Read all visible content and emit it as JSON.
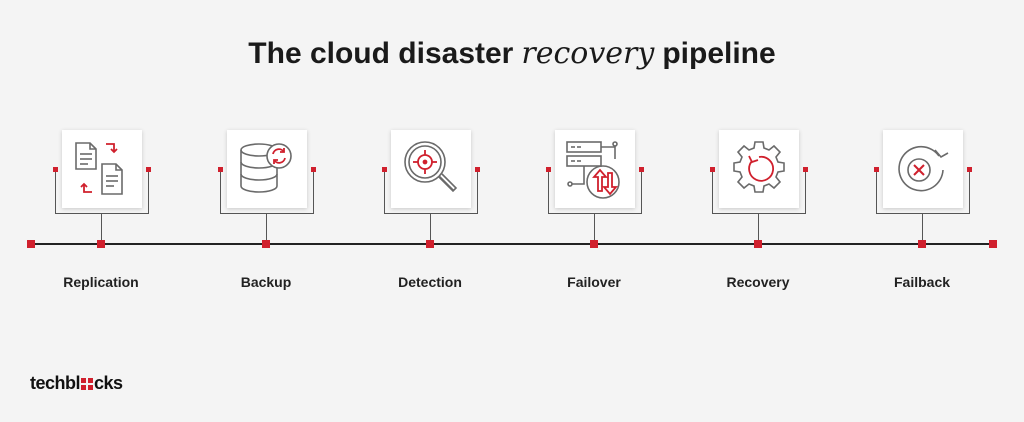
{
  "title": {
    "part1": "The cloud disaster",
    "emphasis": "recovery",
    "part2": "pipeline"
  },
  "stages": [
    {
      "label": "Replication",
      "icon": "replication-icon"
    },
    {
      "label": "Backup",
      "icon": "backup-icon"
    },
    {
      "label": "Detection",
      "icon": "detection-icon"
    },
    {
      "label": "Failover",
      "icon": "failover-icon"
    },
    {
      "label": "Recovery",
      "icon": "recovery-icon"
    },
    {
      "label": "Failback",
      "icon": "failback-icon"
    }
  ],
  "logo": {
    "part1": "techbl",
    "part2": "cks"
  },
  "colors": {
    "accent": "#d0202d",
    "line": "#222222",
    "icon": "#6a6a6a",
    "background": "#f4f4f4"
  }
}
